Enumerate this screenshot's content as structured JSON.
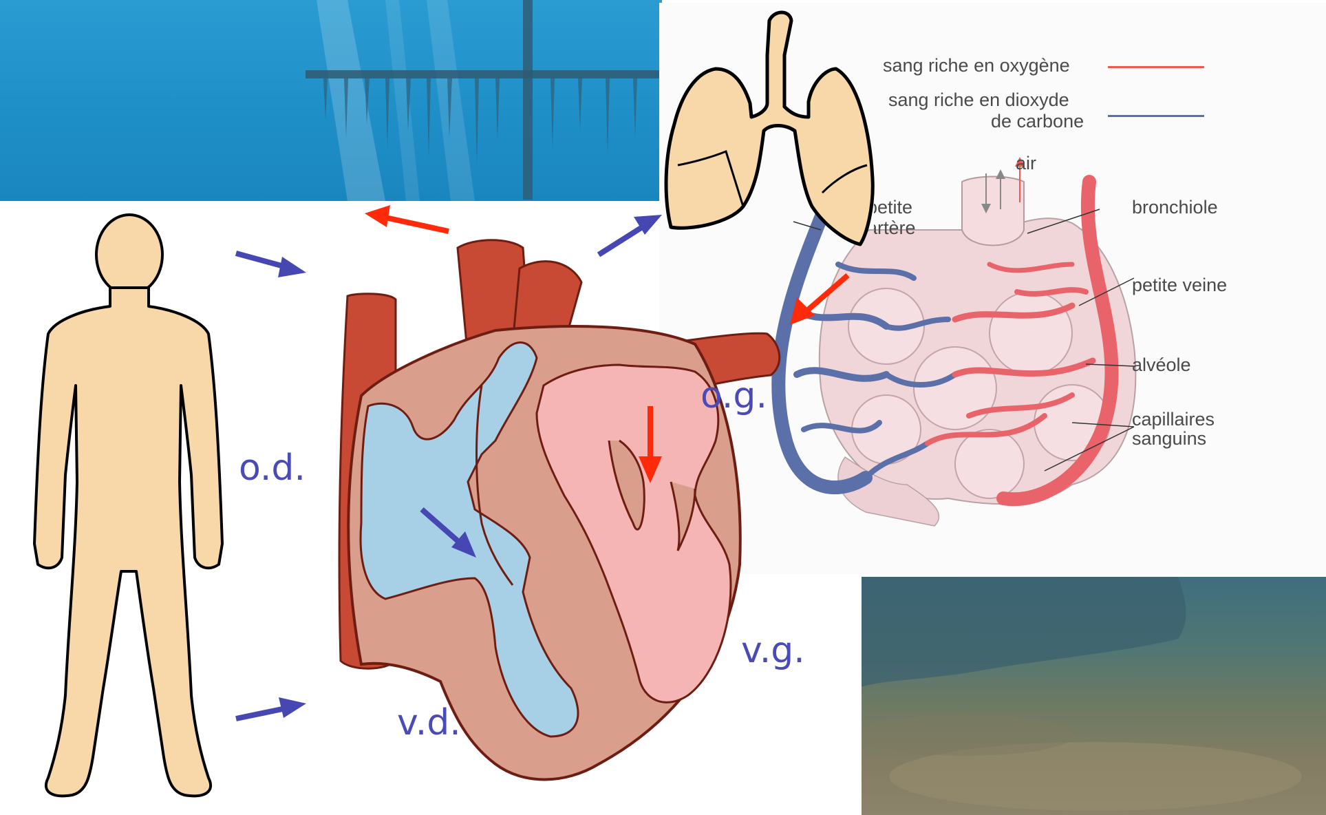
{
  "colors": {
    "oxygen_blood": "#ee5a4f",
    "co2_blood": "#5a6fae",
    "arrow_red": "#ff2a0a",
    "arrow_blue": "#4747b3",
    "label_blue": "#4a4ab8",
    "skin": "#f8d7a8"
  },
  "heart_labels": {
    "od": "o.d.",
    "og": "o.g.",
    "vd": "v.d.",
    "vg": "v.g."
  },
  "legend": {
    "oxygen_rich": "sang riche en oxygène",
    "co2_rich_line1": "sang riche en dioxyde",
    "co2_rich_line2": "de carbone"
  },
  "alveoli_labels": {
    "air": "air",
    "artery_line1": "petite",
    "artery_line2": "artère",
    "bronchiole": "bronchiole",
    "vein": "petite veine",
    "alveole": "alvéole",
    "capillaries_line1": "capillaires",
    "capillaries_line2": "sanguins"
  }
}
